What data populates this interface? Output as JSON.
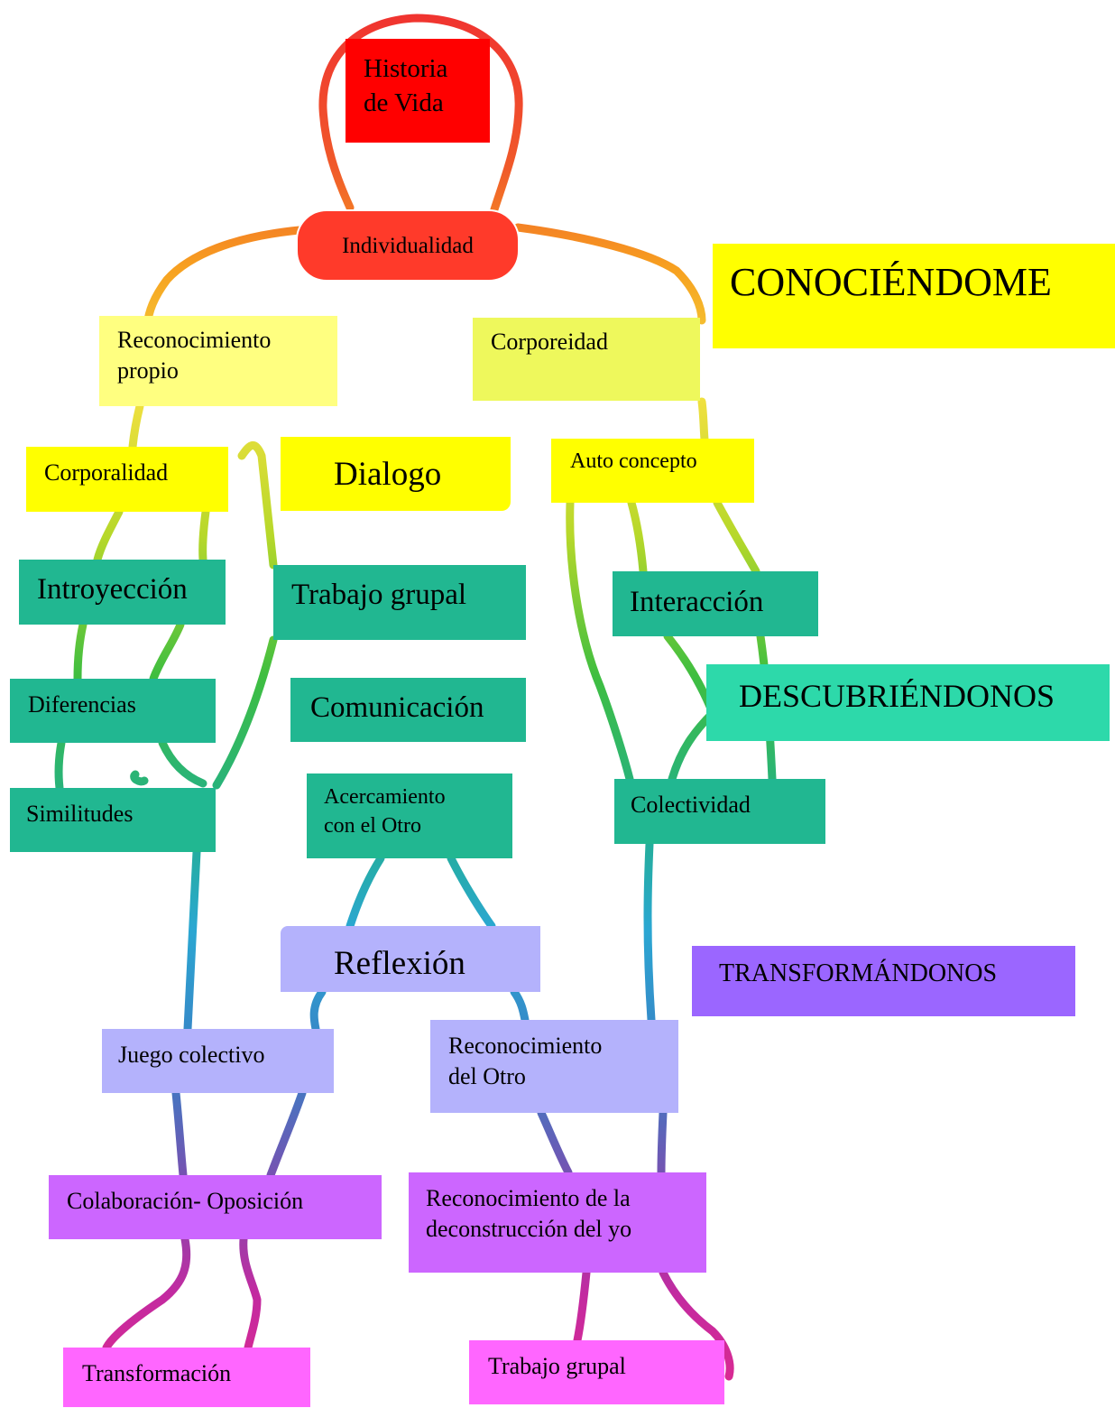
{
  "colors": {
    "red": "#ff0000",
    "red_pill": "#ff3a2a",
    "yellow": "#ffff00",
    "pale_yellow": "#ffff80",
    "lime_yellow": "#eef85c",
    "teal": "#21b791",
    "mint": "#2dd9aa",
    "lavender": "#b4b2fc",
    "purple": "#9b66ff",
    "violet": "#cc66ff",
    "magenta": "#ff66ff"
  },
  "nodes": {
    "historia": "Historia\nde Vida",
    "individualidad": "Individualidad",
    "conociendome": "CONOCIÉNDOME",
    "reconocimiento_propio": "Reconocimiento\npropio",
    "corporeidad": "Corporeidad",
    "corporalidad": "Corporalidad",
    "dialogo": "Dialogo",
    "auto_concepto": "Auto concepto",
    "introyeccion": "Introyección",
    "trabajo_grupal_1": "Trabajo grupal",
    "interaccion": "Interacción",
    "descubriendonos": "DESCUBRIÉNDONOS",
    "diferencias": "Diferencias",
    "comunicacion": "Comunicación",
    "similitudes": "Similitudes",
    "acercamiento": "Acercamiento\ncon el Otro",
    "colectividad": "Colectividad",
    "reflexion": "Reflexión",
    "transformandonos": "TRANSFORMÁNDONOS",
    "juego_colectivo": "Juego colectivo",
    "reconocimiento_otro": "Reconocimiento\ndel Otro",
    "colaboracion_oposicion": "Colaboración- Oposición",
    "reconocimiento_deconstruccion": "Reconocimiento de la\ndeconstrucción del yo",
    "transformacion": "Transformación",
    "trabajo_grupal_2": "Trabajo grupal"
  }
}
